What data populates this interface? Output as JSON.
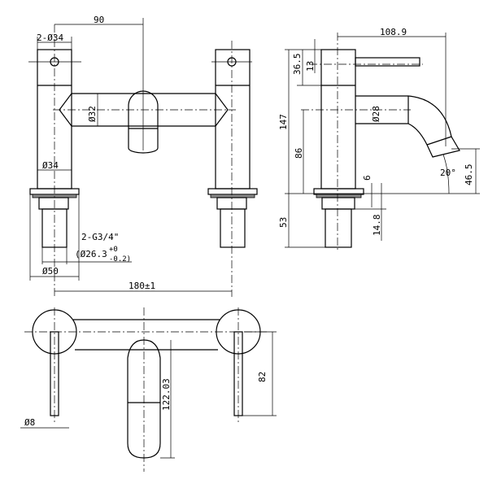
{
  "front_view": {
    "dim_center_to_spout": "90",
    "dim_column_diameter_top": "2-Ø34",
    "dim_bridge_diameter": "Ø32",
    "dim_column_diameter": "Ø34",
    "dim_thread": "2-G3/4\"",
    "dim_thread_diameter": "(Ø26.3",
    "dim_thread_tol_upper": "+0",
    "dim_thread_tol_lower": "-0.2)",
    "dim_base_diameter": "Ø50",
    "dim_centers": "180±1"
  },
  "side_view": {
    "dim_projection": "108.9",
    "dim_lever_offset": "13",
    "dim_handle_height": "36.5",
    "dim_total_height": "147",
    "dim_spout_height": "86",
    "dim_spout_diameter": "Ø28",
    "dim_angle": "20°",
    "dim_outlet_height": "46.5",
    "dim_plate": "6",
    "dim_shank": "53",
    "dim_nut": "14.8"
  },
  "top_view": {
    "dim_lever_diameter": "Ø8",
    "dim_spout_length": "122.03",
    "dim_depth": "82"
  }
}
